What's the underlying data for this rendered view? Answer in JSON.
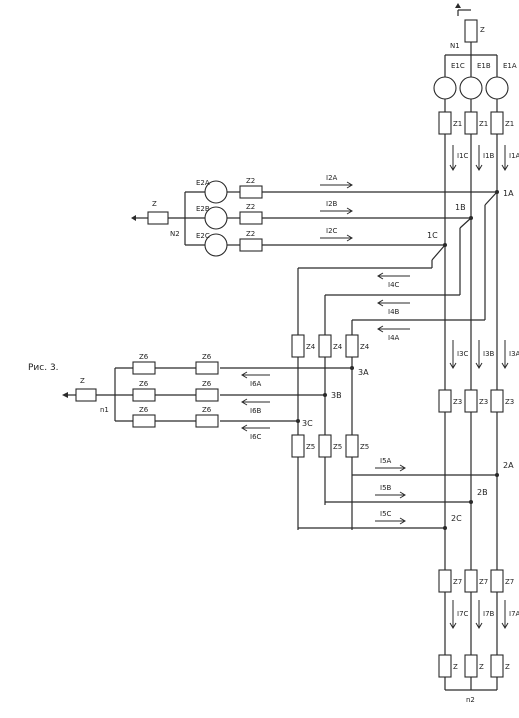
{
  "figure": {
    "caption": "Рис. 3.",
    "orientation": "rotated-90-cw"
  },
  "generator1": {
    "neutral": "N1",
    "z_neutral": "Z",
    "sources": [
      "E1A",
      "E1B",
      "E1C"
    ],
    "impedances": [
      "Z1",
      "Z1",
      "Z1"
    ],
    "currents": [
      "I1A",
      "I1B",
      "I1C"
    ]
  },
  "generator2": {
    "neutral": "N2",
    "z_neutral": "Z",
    "sources": [
      "E2A",
      "E2B",
      "E2C"
    ],
    "impedances": [
      "Z2",
      "Z2",
      "Z2"
    ],
    "currents": [
      "I2A",
      "I2B",
      "I2C"
    ]
  },
  "nodes": {
    "n1": [
      "1A",
      "1B",
      "1C"
    ],
    "n2": [
      "2A",
      "2B",
      "2C"
    ],
    "n3": [
      "3A",
      "3B",
      "3C"
    ]
  },
  "lines": {
    "line3": {
      "impedances": [
        "Z3",
        "Z3",
        "Z3"
      ],
      "currents": [
        "I3A",
        "I3B",
        "I3C"
      ]
    },
    "line4": {
      "impedances": [
        "Z4",
        "Z4",
        "Z4"
      ],
      "currents": [
        "I4A",
        "I4B",
        "I4C"
      ]
    },
    "line5": {
      "impedances": [
        "Z5",
        "Z5",
        "Z5"
      ],
      "currents": [
        "I5A",
        "I5B",
        "I5C"
      ]
    },
    "line7": {
      "impedances": [
        "Z7",
        "Z7",
        "Z7"
      ],
      "currents": [
        "I7A",
        "I7B",
        "I7C"
      ]
    }
  },
  "load6": {
    "impedances": [
      "Z6",
      "Z6",
      "Z6"
    ],
    "currents": [
      "I6A",
      "I6B",
      "I6C"
    ],
    "delta_impedances": [
      "Z6",
      "Z6",
      "Z6"
    ],
    "neutral": "n1",
    "z_neutral": "Z"
  },
  "load_end": {
    "impedances": [
      "Z",
      "Z",
      "Z"
    ],
    "neutral": "n2"
  }
}
